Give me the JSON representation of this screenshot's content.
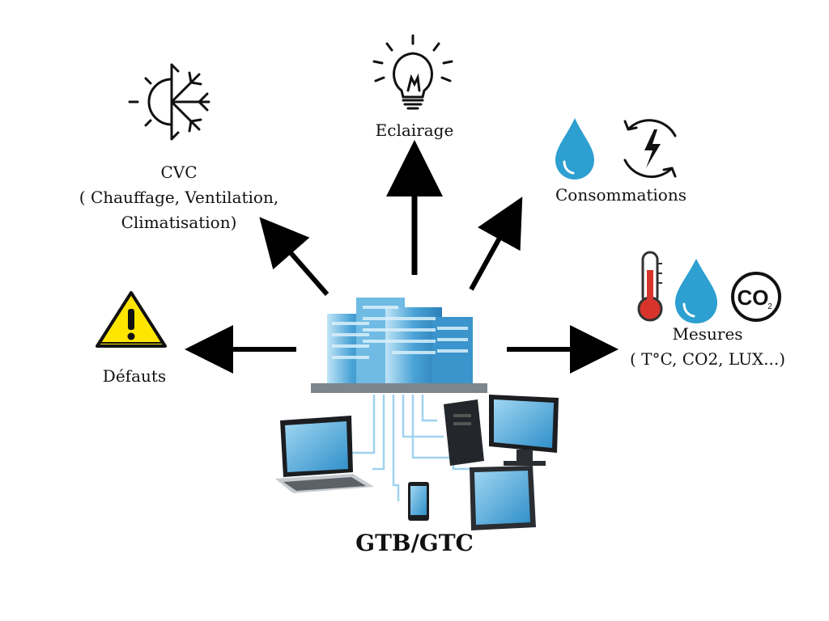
{
  "center": {
    "title": "GTB/GTC"
  },
  "nodes": {
    "cvc": {
      "line1": "CVC",
      "line2": "( Chauffage, Ventilation,",
      "line3": "Climatisation)",
      "icon": "hvac-sun-snowflake-icon"
    },
    "eclairage": {
      "label": "Eclairage",
      "icon": "lightbulb-icon"
    },
    "consommations": {
      "label": "Consommations",
      "icons": [
        "water-drop-icon",
        "energy-cycle-icon"
      ]
    },
    "mesures": {
      "line1": "Mesures",
      "line2": "( T°C, CO2, LUX...)",
      "icons": [
        "thermometer-icon",
        "water-drop-icon",
        "co2-icon"
      ],
      "co2_text": "CO",
      "co2_sub": "2"
    },
    "defauts": {
      "label": "Défauts",
      "icon": "warning-icon"
    }
  },
  "colors": {
    "arrow": "#000000",
    "building": "#4aa3d6",
    "water": "#2d9fd0",
    "warning": "#ffe600",
    "thermometer": "#d8342c",
    "devices": "#1f4e79"
  }
}
